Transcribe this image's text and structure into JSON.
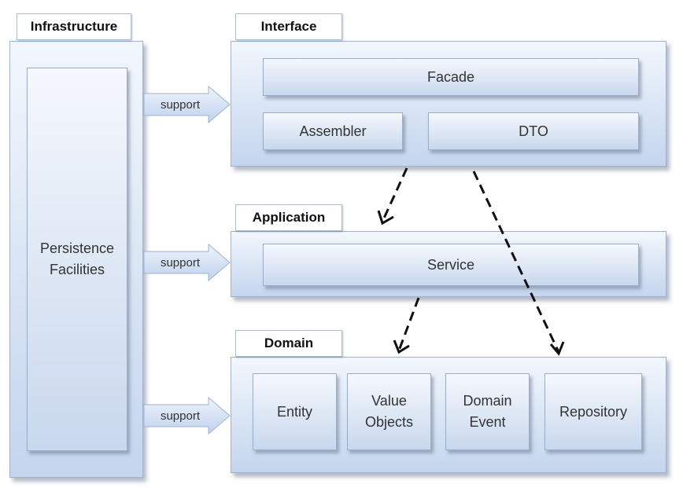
{
  "infrastructure": {
    "title": "Infrastructure",
    "component": "Persistence\nFacilities"
  },
  "interface": {
    "title": "Interface",
    "facade": "Facade",
    "assembler": "Assembler",
    "dto": "DTO"
  },
  "application": {
    "title": "Application",
    "service": "Service"
  },
  "domain": {
    "title": "Domain",
    "entity": "Entity",
    "value_objects": "Value\nObjects",
    "domain_event": "Domain\nEvent",
    "repository": "Repository"
  },
  "support_arrows": {
    "interface": "support",
    "application": "support",
    "domain": "support"
  },
  "colors": {
    "layer_fill": "#dde8f6",
    "border": "#9fb3cf",
    "arrow_fill": "#c9d9f1",
    "dependency_line": "#111111"
  }
}
